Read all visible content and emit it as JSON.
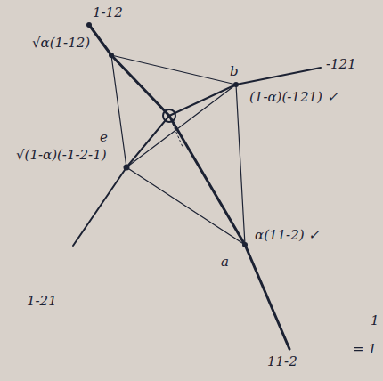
{
  "diagram": {
    "labels": [
      "1-12",
      "√α(1-12)",
      "b",
      "-121",
      "(1-α)(-121) ✓",
      "e",
      "√(1-α)(-1-2-1)",
      "α(11-2) ✓",
      "a",
      "11-2",
      "1-21",
      "1",
      "= 1"
    ]
  }
}
